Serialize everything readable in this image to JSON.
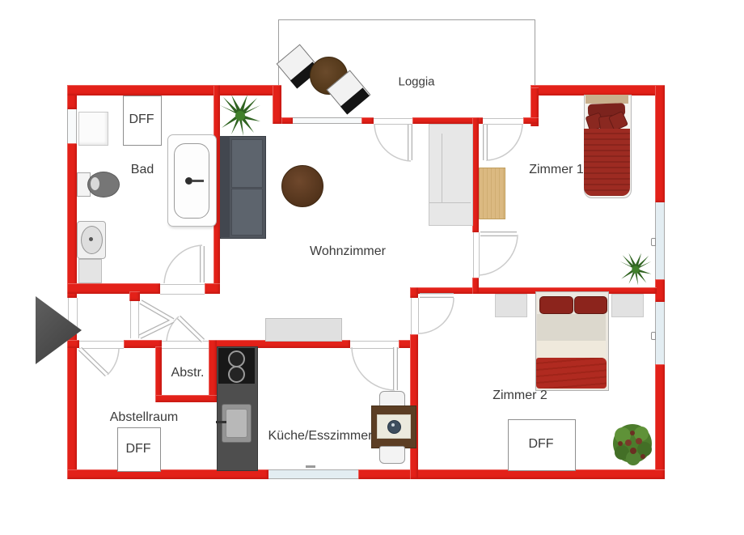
{
  "floorplan": {
    "rooms": {
      "loggia": {
        "label": "Loggia"
      },
      "bad": {
        "label": "Bad"
      },
      "wohnzimmer": {
        "label": "Wohnzimmer"
      },
      "zimmer1": {
        "label": "Zimmer 1"
      },
      "zimmer2": {
        "label": "Zimmer 2"
      },
      "kueche": {
        "label": "Küche/Esszimmer"
      },
      "abstellraum": {
        "label": "Abstellraum"
      },
      "abstr": {
        "label": "Abstr."
      }
    },
    "skylights": {
      "bad": "DFF",
      "abstellraum": "DFF",
      "zimmer2": "DFF"
    },
    "icons": {
      "entrance-arrow": "triangle-right",
      "bathtub": "tub-outline",
      "toilet": "wc",
      "sink": "basin",
      "sofa": "two-seat-sofa",
      "coffee-table": "round-table",
      "dining-table": "table-with-chairs",
      "stove": "two-burner-hob",
      "kitchen-sink": "square-basin",
      "bed-single": "single-bed",
      "bed-double": "double-bed",
      "plant": "potted-plant",
      "tree": "bush-tree"
    },
    "colors": {
      "wall": "#e32119",
      "window_glass": "#e3edf2",
      "door_symbol": "#c9c9c9",
      "label_text": "#3b3b3b",
      "bed_red": "#9d2b22",
      "furniture_gray": "#54595f",
      "wood_brown": "#5c3e24",
      "counter_dark": "#4e4e4e"
    }
  }
}
